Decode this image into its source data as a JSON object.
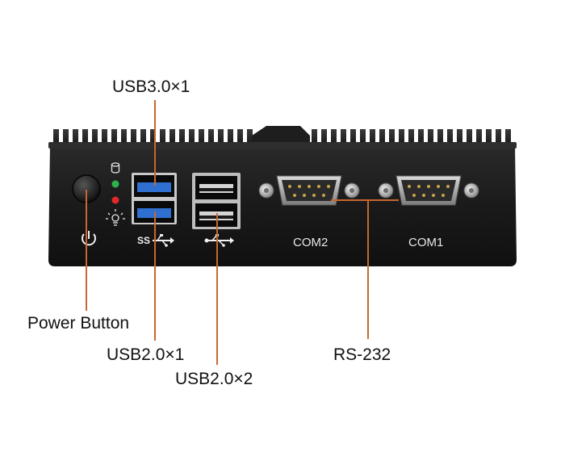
{
  "callouts": {
    "usb30": "USB3.0×1",
    "power_button": "Power Button",
    "usb20_1": "USB2.0×1",
    "usb20_2": "USB2.0×2",
    "rs232": "RS-232"
  },
  "ports": {
    "com2": "COM2",
    "com1": "COM1"
  },
  "colors": {
    "leader_line": "#c8672f",
    "chassis": "#1b1b1b",
    "usb3_blue": "#2f6fd0",
    "led_green": "#2db34a",
    "led_red": "#e02a2a"
  },
  "icons": [
    "database-icon",
    "led-green-icon",
    "led-red-icon",
    "light-bulb-icon",
    "power-icon",
    "usb-ss-icon",
    "usb-icon"
  ]
}
